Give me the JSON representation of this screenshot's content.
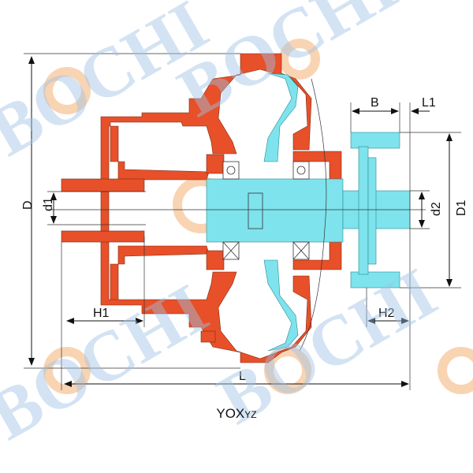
{
  "title": "YOX",
  "title_suffix": "YZ",
  "watermark": "BOCHI",
  "dimensions": {
    "D": "D",
    "d1": "d1",
    "H1": "H1",
    "L": "L",
    "B": "B",
    "L1": "L1",
    "d2": "d2",
    "D1": "D1",
    "H2": "H2"
  },
  "colors": {
    "housing": "#e8502a",
    "rotor": "#7ee3ec",
    "watermark_text": "#9fc3e6",
    "watermark_gear": "#f7c9a0"
  }
}
